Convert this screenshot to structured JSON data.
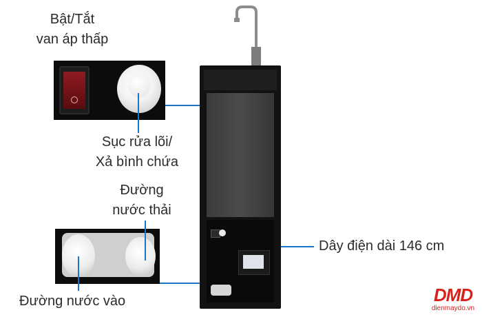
{
  "labels": {
    "power_switch": [
      "Bật/Tắt",
      "van áp thấp"
    ],
    "flush": [
      "Sục rửa lõi/",
      "Xả bình chứa"
    ],
    "waste_line": [
      "Đường",
      "nước thải"
    ],
    "power_cord": "Dây điện dài 146 cm",
    "inlet": "Đường nước vào"
  },
  "logo": {
    "mark": "DMD",
    "site": "dienmaydo.vn"
  },
  "colors": {
    "callout": "#1a73c8",
    "logo_red": "#d9211c",
    "device": "#111111",
    "panel": "#3a3b3d"
  },
  "icons": [
    "power-switch-icon",
    "knob-icon",
    "faucet-icon"
  ]
}
